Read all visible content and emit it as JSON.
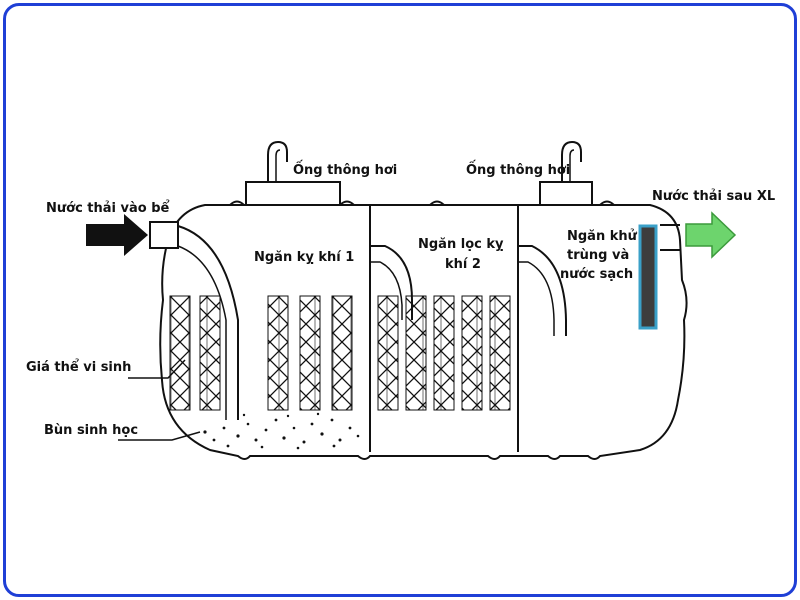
{
  "labels": {
    "inlet": "Nước thải vào bể",
    "outlet": "Nước thải sau XL",
    "vent1": "Ống thông hơi",
    "vent2": "Ống thông hơi",
    "chamber1": "Ngăn kỵ khí 1",
    "chamber2_line1": "Ngăn lọc kỵ",
    "chamber2_line2": "khí 2",
    "chamber3_line1": "Ngăn khử",
    "chamber3_line2": "trùng và",
    "chamber3_line3": "nước sạch",
    "media": "Giá thể vi sinh",
    "sludge": "Bùn sinh học"
  },
  "colors": {
    "frame": "#1f3fd6",
    "outlet_arrow": "#6dd46d",
    "inlet_arrow": "#111111",
    "disinfection_bar": "#3d3d3d",
    "disinfection_border": "#3aa0c8"
  }
}
